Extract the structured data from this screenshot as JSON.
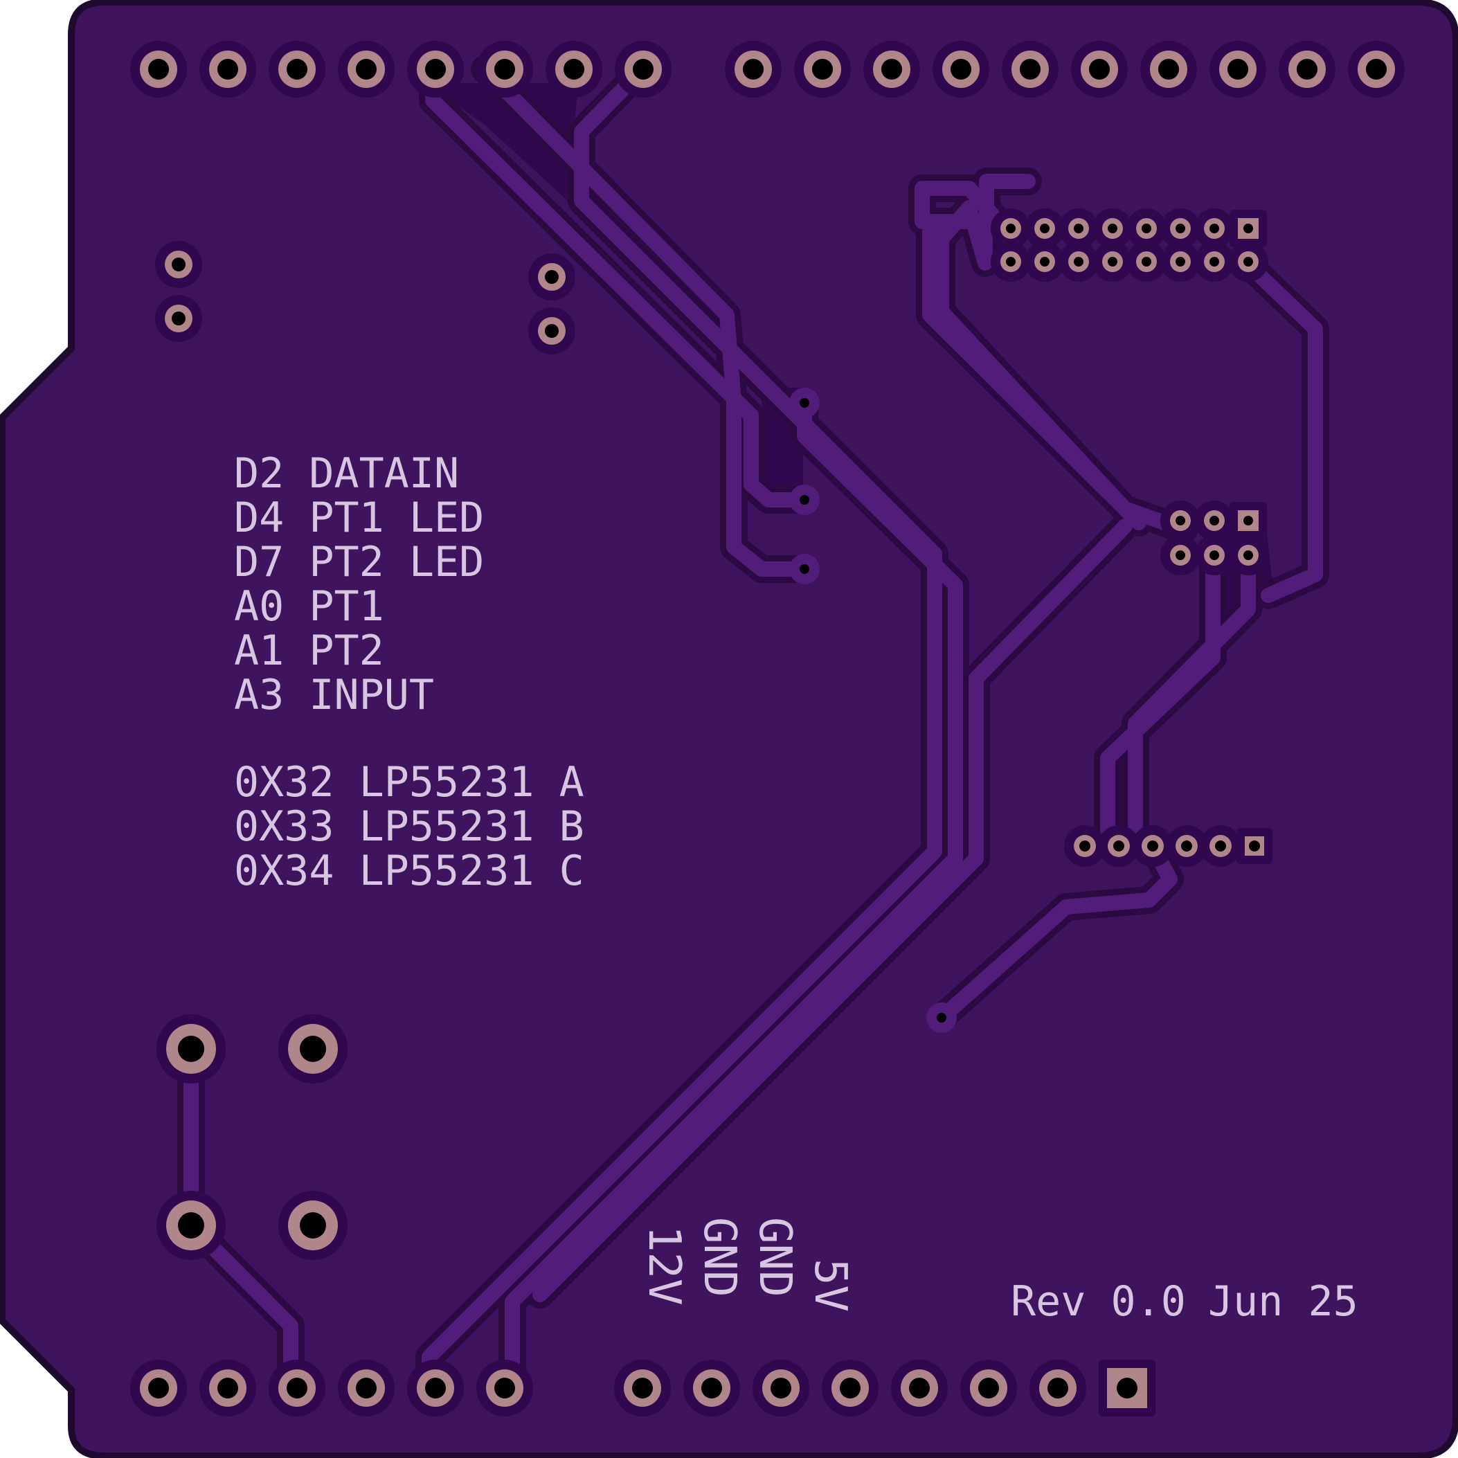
{
  "colors": {
    "outline": "#1e0a2e",
    "board": "#3d145d",
    "trace": "#521c7a",
    "trace_edge": "#2a0a40",
    "pour": "#30084f",
    "copper": "#b0868a",
    "hole": "#000000",
    "silkscreen": "#d6c6e0"
  },
  "silkscreen": {
    "pin_notes": [
      "D2 DATAIN",
      "D4 PT1 LED",
      "D7 PT2 LED",
      "A0 PT1",
      "A1 PT2",
      "A3 INPUT"
    ],
    "address_notes": [
      "0X32 LP55231 A",
      "0X33 LP55231 B",
      "0X34 LP55231 C"
    ],
    "power_labels": [
      "5V",
      "GND",
      "GND",
      "12V"
    ],
    "revision": "Rev 0.0",
    "date": "Jun 25"
  },
  "components": {
    "top_left_header": {
      "pin_count": 8,
      "pin_shape": "round"
    },
    "top_right_header": {
      "pin_count": 10,
      "pin_shape": "round"
    },
    "bottom_left_header": {
      "pin_count": 6,
      "pin_shape": "round"
    },
    "bottom_right_header": {
      "pin_count": 8,
      "first_pin_shape": "square"
    },
    "connector_2x8": {
      "rows": 2,
      "cols": 8,
      "first_pin_shape": "square"
    },
    "connector_2x3": {
      "rows": 2,
      "cols": 3,
      "first_pin_shape": "square"
    },
    "connector_1x6": {
      "rows": 1,
      "cols": 6,
      "first_pin_shape": "square"
    },
    "pushbutton": {
      "pin_count": 4
    },
    "two_pin_left": {
      "pin_count": 2
    },
    "two_pin_center": {
      "pin_count": 2
    },
    "vias_center": 3,
    "vias_lower_right": 1
  }
}
